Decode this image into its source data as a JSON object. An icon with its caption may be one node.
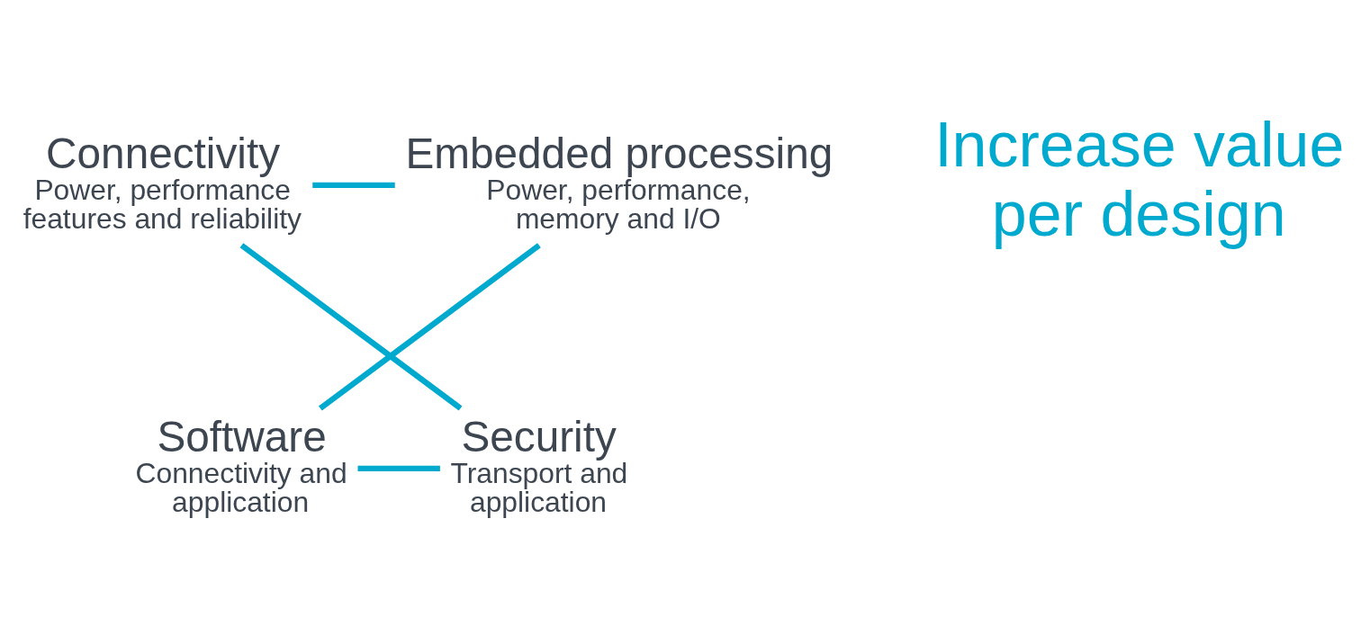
{
  "diagram": {
    "nodes": [
      {
        "text": [
          "Connectivity",
          "Power, performance features and reliability"
        ]
      },
      {
        "text": [
          "Embedded processing",
          "Power, performance, memory and I/O"
        ]
      },
      {
        "text": [
          "Security",
          "Transport and application"
        ]
      },
      {
        "text": [
          "Software",
          "Connectivity and application"
        ]
      }
    ],
    "edges": [
      {
        "from": 0,
        "to": 1,
        "arrow": "none"
      },
      {
        "from": 1,
        "to": 3,
        "arrow": "none"
      },
      {
        "from": 3,
        "to": 2,
        "arrow": "none"
      },
      {
        "from": 2,
        "to": 0,
        "arrow": "none"
      }
    ],
    "labels": [
      "Increase value per design"
    ]
  }
}
